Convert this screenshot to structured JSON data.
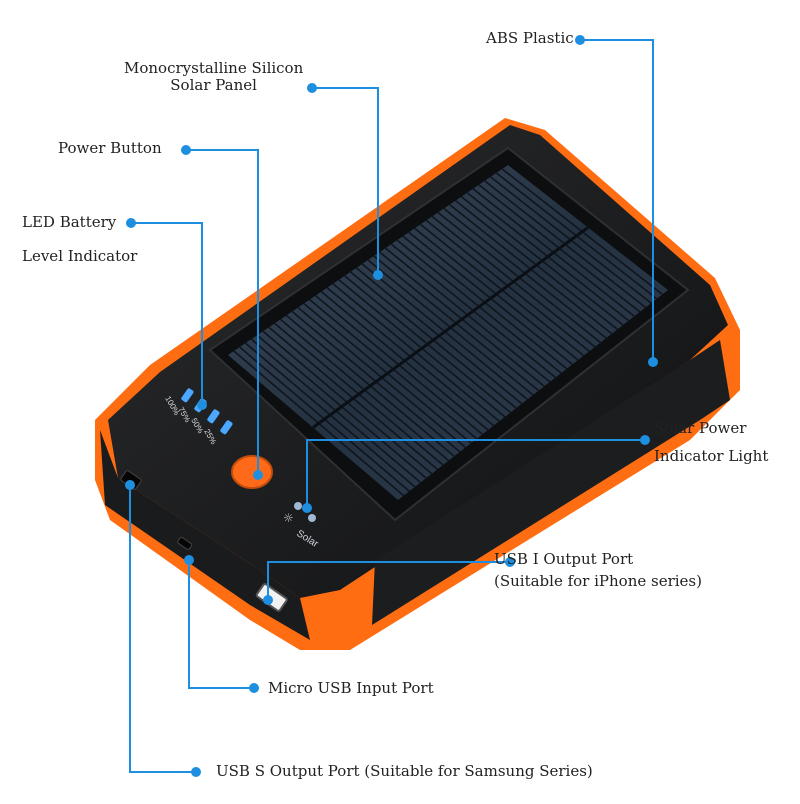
{
  "colors": {
    "leader_line": "#1e8fe0",
    "case_orange": "#ff6d12",
    "case_black": "#151617",
    "solar_cell": "#2c3a4c",
    "led_blue": "#4aa8ff",
    "button_orange": "#ff6a1a"
  },
  "callouts": {
    "abs_plastic": "ABS Plastic",
    "solar_panel": [
      "Monocrystalline Silicon",
      "Solar Panel"
    ],
    "power_button": "Power Button",
    "led_indicator": [
      "LED Battery",
      "Level Indicator"
    ],
    "solar_light": [
      "Solar Power",
      "Indicator Light"
    ],
    "usb_i": [
      "USB I Output Port",
      "(Suitable for iPhone series)"
    ],
    "micro_usb": "Micro USB Input Port",
    "usb_s": "USB S Output Port (Suitable for Samsung Series)"
  },
  "device_text": {
    "led_levels": [
      "100%",
      "75%",
      "50%",
      "25%"
    ],
    "solar_mark": "Solar"
  }
}
